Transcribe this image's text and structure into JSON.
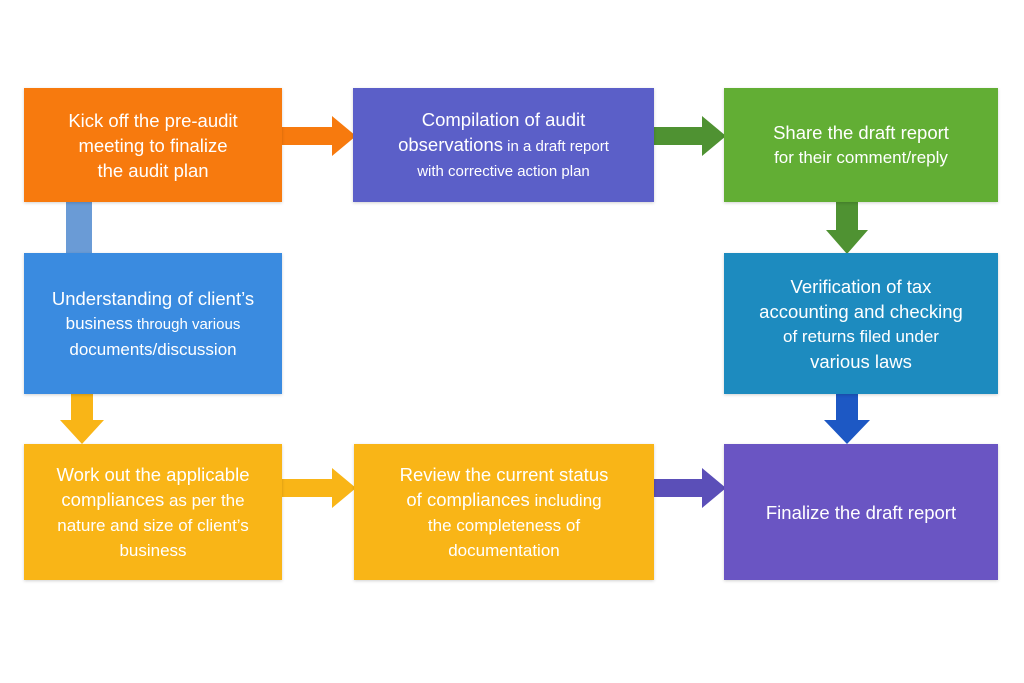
{
  "colors": {
    "orange": "#F77A0E",
    "indigo": "#5B5FC8",
    "green": "#62AE34",
    "blue": "#3A8BE0",
    "teal": "#1D8BBF",
    "yellow": "#F9B517",
    "purple": "#6A55C3",
    "arrow_blue": "#6A9BD6",
    "arrow_green": "#4F9232",
    "arrow_darkblue": "#1D58C4",
    "arrow_purple": "#5B4FB8"
  },
  "steps": [
    {
      "id": "kickoff",
      "lines": [
        {
          "text": "Kick off the pre-audit",
          "size": "lg"
        },
        {
          "text": "meeting to finalize",
          "size": "lg"
        },
        {
          "text": "the audit plan",
          "size": "lg"
        }
      ]
    },
    {
      "id": "compilation",
      "lines": [
        {
          "text": "Compilation of audit",
          "size": "lg"
        },
        {
          "parts": [
            {
              "text": "observations",
              "size": "lg"
            },
            {
              "text": " in a draft report",
              "size": "sm"
            }
          ]
        },
        {
          "text": "with corrective action plan",
          "size": "sm"
        }
      ]
    },
    {
      "id": "share",
      "lines": [
        {
          "text": "Share the draft report",
          "size": "lg"
        },
        {
          "text": "for their comment/reply",
          "size": ""
        }
      ]
    },
    {
      "id": "understanding",
      "lines": [
        {
          "text": "Understanding of client’s",
          "size": "lg"
        },
        {
          "parts": [
            {
              "text": "business",
              "size": ""
            },
            {
              "text": " through various",
              "size": "sm"
            }
          ]
        },
        {
          "text": "documents/discussion",
          "size": ""
        }
      ]
    },
    {
      "id": "verification",
      "lines": [
        {
          "text": "Verification of tax",
          "size": "lg"
        },
        {
          "text": "accounting and checking",
          "size": "lg"
        },
        {
          "text": "of returns filed under",
          "size": ""
        },
        {
          "text": "various laws",
          "size": "lg"
        }
      ]
    },
    {
      "id": "work-out",
      "lines": [
        {
          "text": "Work out the applicable",
          "size": "lg"
        },
        {
          "parts": [
            {
              "text": "compliances",
              "size": "lg"
            },
            {
              "text": " as per the",
              "size": ""
            }
          ]
        },
        {
          "text": "nature and size of client’s",
          "size": ""
        },
        {
          "text": "business",
          "size": ""
        }
      ]
    },
    {
      "id": "review",
      "lines": [
        {
          "text": "Review the current status",
          "size": "lg"
        },
        {
          "parts": [
            {
              "text": "of compliances",
              "size": "lg"
            },
            {
              "text": " including",
              "size": ""
            }
          ]
        },
        {
          "text": "the completeness of",
          "size": ""
        },
        {
          "text": "documentation",
          "size": ""
        }
      ]
    },
    {
      "id": "finalize",
      "lines": [
        {
          "text": "Finalize the draft report",
          "size": "lg"
        }
      ]
    }
  ]
}
